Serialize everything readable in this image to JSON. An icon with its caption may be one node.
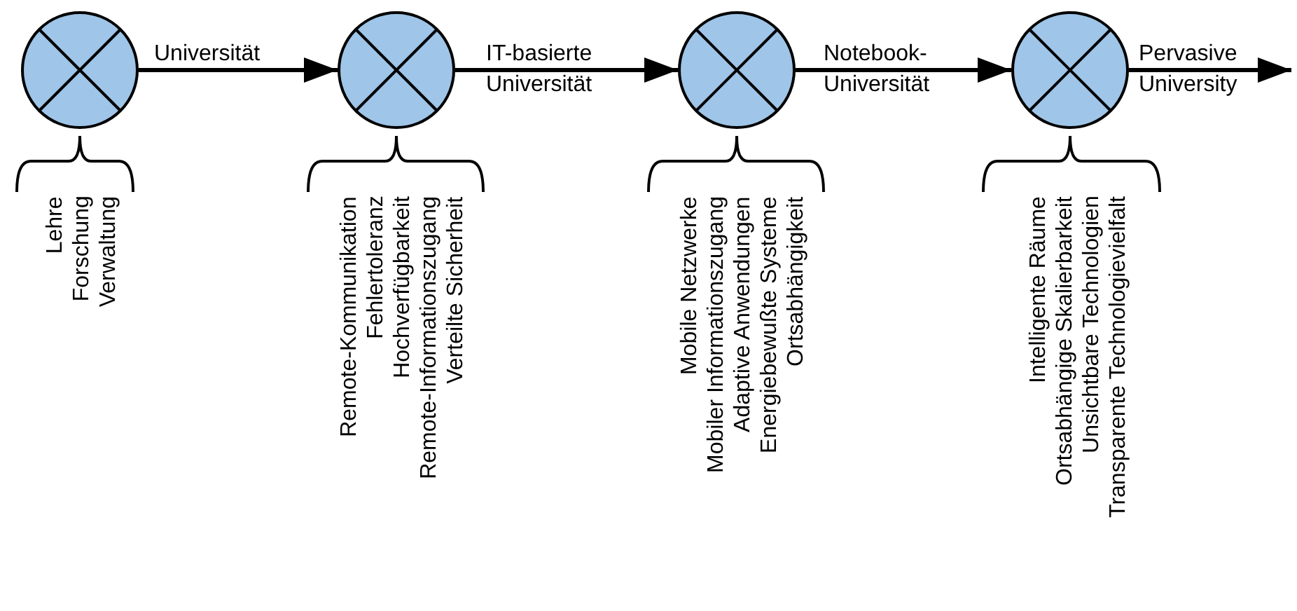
{
  "diagram": {
    "nodes": [
      {
        "text": [],
        "shape": "circle",
        "beside": [
          "Lehre",
          "Forschung",
          "Verwaltung"
        ]
      },
      {
        "text": [],
        "shape": "circle",
        "beside": [
          "Remote-Kommunikation",
          "Fehlertoleranz",
          "Hochverfügbarkeit",
          "Remote-Informationszugang",
          "Verteilte Sicherheit"
        ]
      },
      {
        "text": [],
        "shape": "circle",
        "beside": [
          "Mobile Netzwerke",
          "Mobiler Informationszugang",
          "Adaptive Anwendungen",
          "Energiebewußte Systeme",
          "Ortsabhängigkeit"
        ]
      },
      {
        "text": [],
        "shape": "circle",
        "beside": [
          "Intelligente Räume",
          "Ortsabhängige Skalierbarkeit",
          "Unsichtbare Technologien",
          "Transparente Technologievielfalt"
        ]
      }
    ],
    "edges": [
      {
        "from": 0,
        "to": 1,
        "arrow": "to",
        "label": "Universität"
      },
      {
        "from": 1,
        "to": 2,
        "arrow": "to",
        "label": "IT-basierte Universität"
      },
      {
        "from": 2,
        "to": 3,
        "arrow": "to",
        "label": "Notebook-Universität"
      },
      {
        "from": 3,
        "to": null,
        "arrow": "to",
        "label": "Pervasive University"
      }
    ]
  }
}
